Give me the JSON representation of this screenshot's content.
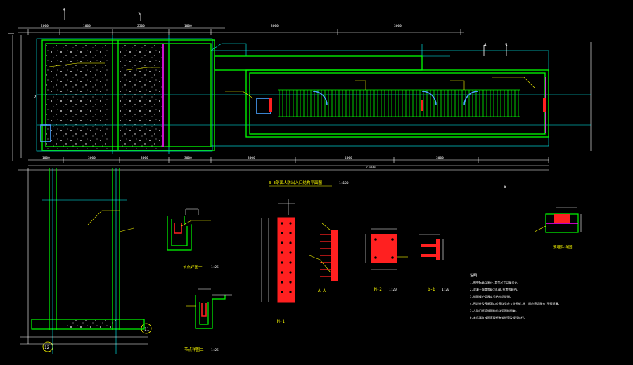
{
  "colors": {
    "background": "#000000",
    "structure": "#00ff00",
    "dimension": "#ffffff",
    "axis": "#00ffff",
    "text_blue": "#4aa3ff",
    "accent_red": "#ff2020",
    "accent_magenta": "#ff00ff",
    "label_yellow": "#ffff00"
  },
  "plan": {
    "axis_bubbles": [
      "8",
      "3",
      "2",
      "4",
      "5",
      "6",
      "11",
      "12"
    ],
    "top_dims": [
      "2000",
      "1000",
      "2500",
      "1000",
      "3000",
      "3000"
    ],
    "bottom_dims": [
      "1000",
      "3000",
      "3000",
      "3000",
      "3000",
      "4000",
      "3000"
    ],
    "total_dim": "27000"
  },
  "drawing_titles": {
    "plan_title": "3-3剖面人防出入口结构平面图",
    "plan_scale": "1:100",
    "d1": "节点详图一",
    "d1_scale": "1:25",
    "d2": "节点详图二",
    "d2_scale": "1:25",
    "m1": "M-1",
    "aa": "A-A",
    "m2": "M-2",
    "m2_scale": "1:20",
    "bb": "b-b",
    "bb_scale": "1:20",
    "detail_r": "预埋件详图"
  },
  "notes": {
    "heading": "说明:",
    "lines": [
      "1.图中标高以米计,其余尺寸以毫米计。",
      "2.混凝土强度等级为C30,抗渗等级P6。",
      "3.钢筋保护层厚度见结构总说明。",
      "4.预埋件及预留洞口位置详见各专业图纸,施工时应密切配合,不得遗漏。",
      "5.人防门框墙钢筋构造详见国标图集。",
      "6.未尽事宜按国家现行有关规范及规程执行。"
    ]
  }
}
